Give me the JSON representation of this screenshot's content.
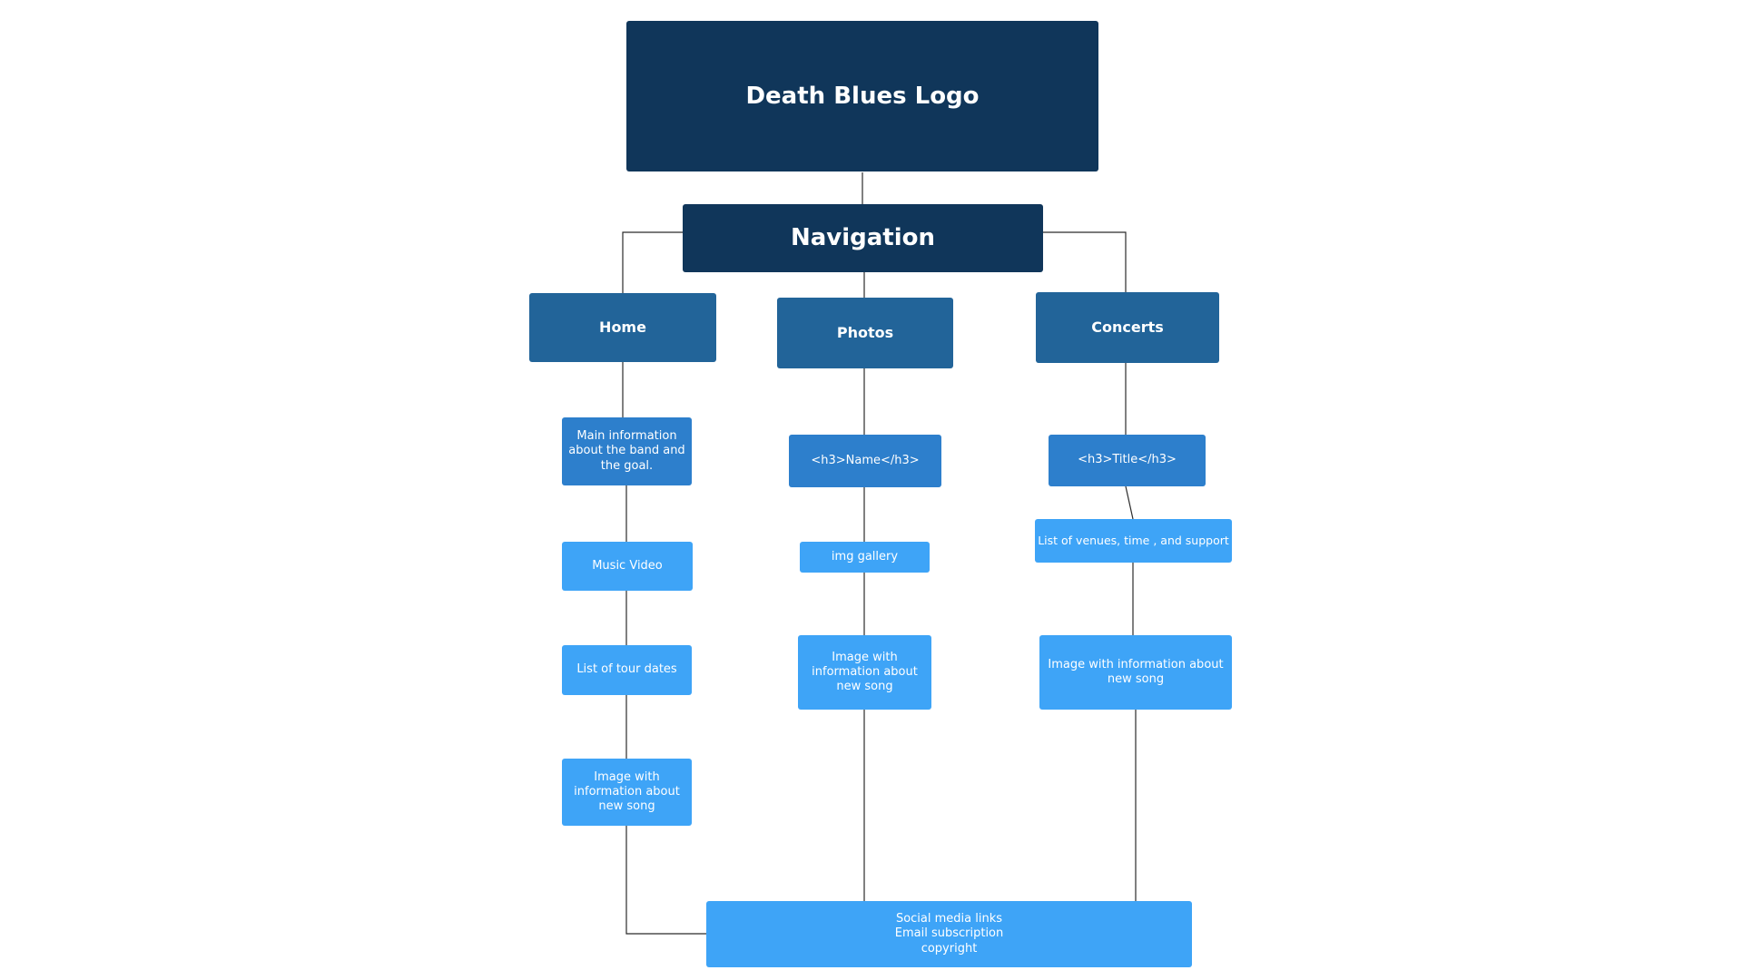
{
  "diagram": {
    "logo": "Death Blues Logo",
    "navigation": "Navigation",
    "pages": {
      "home": {
        "label": "Home",
        "items": [
          "Main information about the band and the goal.",
          "Music Video",
          "List of tour dates",
          "Image with information about new song"
        ]
      },
      "photos": {
        "label": "Photos",
        "items": [
          "<h3>Name</h3>",
          "img gallery",
          "Image with information about new song"
        ]
      },
      "concerts": {
        "label": "Concerts",
        "items": [
          "<h3>Title</h3>",
          "List of venues, time , and support",
          "Image with information about new song"
        ]
      }
    },
    "footer": {
      "lines": [
        "Social media links",
        "Email subscription",
        "copyright"
      ]
    }
  },
  "colors": {
    "top_level": "#10365a",
    "page_level": "#226499",
    "section_heading": "#2d7fcc",
    "content_box": "#3ea4f7",
    "connector": "#2b2b2b"
  }
}
